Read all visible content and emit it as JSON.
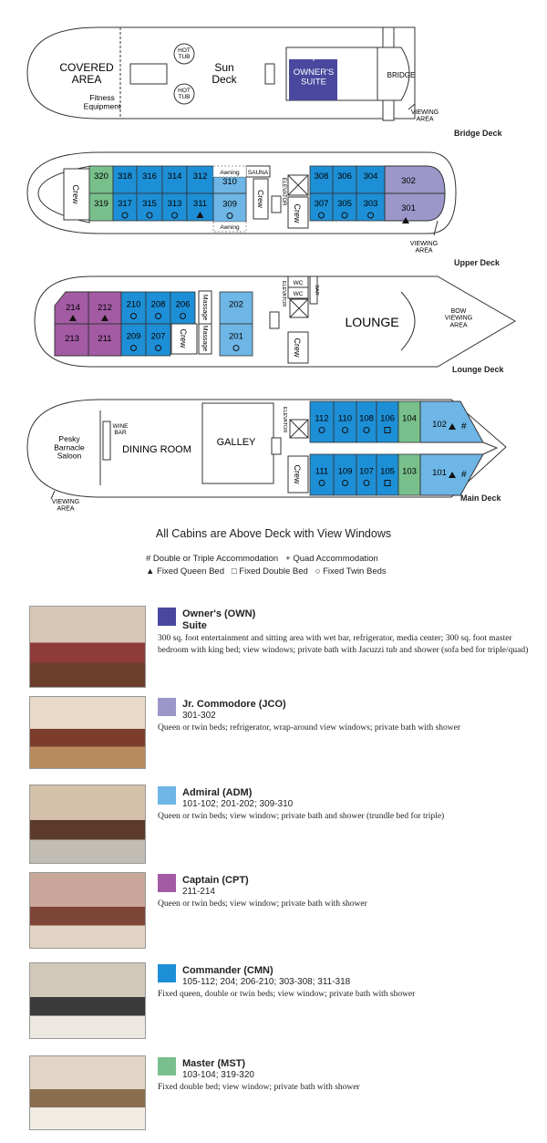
{
  "colors": {
    "owners": "#49489e",
    "jr_commodore": "#9b97c9",
    "admiral": "#6db6e6",
    "captain": "#a35ba4",
    "commander": "#1d8fd6",
    "master": "#78bf8c",
    "outline": "#333333"
  },
  "bridge_deck": {
    "title": "Bridge Deck",
    "covered_area": "COVERED\nAREA",
    "fitness": "Fitness\nEquipment",
    "hot_tub": "HOT\nTUB",
    "sun_deck": "Sun\nDeck",
    "owners_plus": "+",
    "owners_label": "OWNER'S\nSUITE",
    "bridge": "BRIDGE",
    "viewing_area": "VIEWING\nAREA"
  },
  "upper_deck": {
    "title": "Upper Deck",
    "crew": "Crew",
    "awning": "Awning",
    "sauna": "SAUNA",
    "elevator": "ELEVATOR",
    "viewing_area": "VIEWING\nAREA",
    "top_cabins": [
      "320",
      "318",
      "316",
      "314",
      "312",
      "310"
    ],
    "bottom_cabins": [
      "319",
      "317",
      "315",
      "313",
      "311",
      "309"
    ],
    "fwd_top": [
      "308",
      "306",
      "304",
      "302"
    ],
    "fwd_bottom": [
      "307",
      "305",
      "303",
      "301"
    ]
  },
  "lounge_deck": {
    "title": "Lounge Deck",
    "cabins_top": [
      "214",
      "212",
      "210",
      "208",
      "206"
    ],
    "cabins_bottom": [
      "213",
      "211",
      "209",
      "207"
    ],
    "massage": "Massage",
    "crew": "Crew",
    "c202": "202",
    "c201": "201",
    "wc": "WC",
    "bar": "BAR",
    "elevator": "ELEVATOR",
    "lounge": "LOUNGE",
    "bow_viewing": "BOW\nVIEWING\nAREA"
  },
  "main_deck": {
    "title": "Main Deck",
    "saloon": "Pesky\nBarnacle\nSaloon",
    "wine_bar": "WINE\nBAR",
    "dining": "DINING ROOM",
    "galley": "GALLEY",
    "elevator": "ELEVATOR",
    "crew": "Crew",
    "viewing_area": "VIEWING\nAREA",
    "top_cabins": [
      "112",
      "110",
      "108",
      "106",
      "104",
      "102"
    ],
    "bottom_cabins": [
      "111",
      "109",
      "107",
      "105",
      "103",
      "101"
    ]
  },
  "caption": "All Cabins are Above Deck with View Windows",
  "legend": {
    "line1a": "#  Double or Triple Accommodation",
    "line1b": "+ Quad Accommodation",
    "line2a": "▲ Fixed Queen Bed",
    "line2b": "□ Fixed Double Bed",
    "line2c": "○ Fixed Twin Beds"
  },
  "categories": [
    {
      "name": "Owner's (OWN)\nSuite",
      "rooms": "",
      "color": "#49489e",
      "desc": "300 sq. foot entertainment and sitting area with wet bar, refrigerator, media center; 300 sq. foot master bedroom with king bed; view windows; private bath with Jacuzzi tub and shower (sofa bed for triple/quad)"
    },
    {
      "name": "Jr. Commodore (JCO)",
      "rooms": "301-302",
      "color": "#9b97c9",
      "desc": "Queen or twin beds; refrigerator, wrap-around view windows; private bath with shower"
    },
    {
      "name": "Admiral (ADM)",
      "rooms": "101-102; 201-202; 309-310",
      "color": "#6db6e6",
      "desc": "Queen or twin beds; view window; private bath and shower (trundle bed for triple)"
    },
    {
      "name": "Captain (CPT)",
      "rooms": "211-214",
      "color": "#a35ba4",
      "desc": "Queen or twin beds; view window; private bath with shower"
    },
    {
      "name": "Commander (CMN)",
      "rooms": "105-112; 204; 206-210; 303-308; 311-318",
      "color": "#1d8fd6",
      "desc": "Fixed queen, double or twin beds; view window; private bath with shower"
    },
    {
      "name": "Master (MST)",
      "rooms": "103-104; 319-320",
      "color": "#78bf8c",
      "desc": "Fixed double bed; view window; private bath with shower"
    }
  ]
}
